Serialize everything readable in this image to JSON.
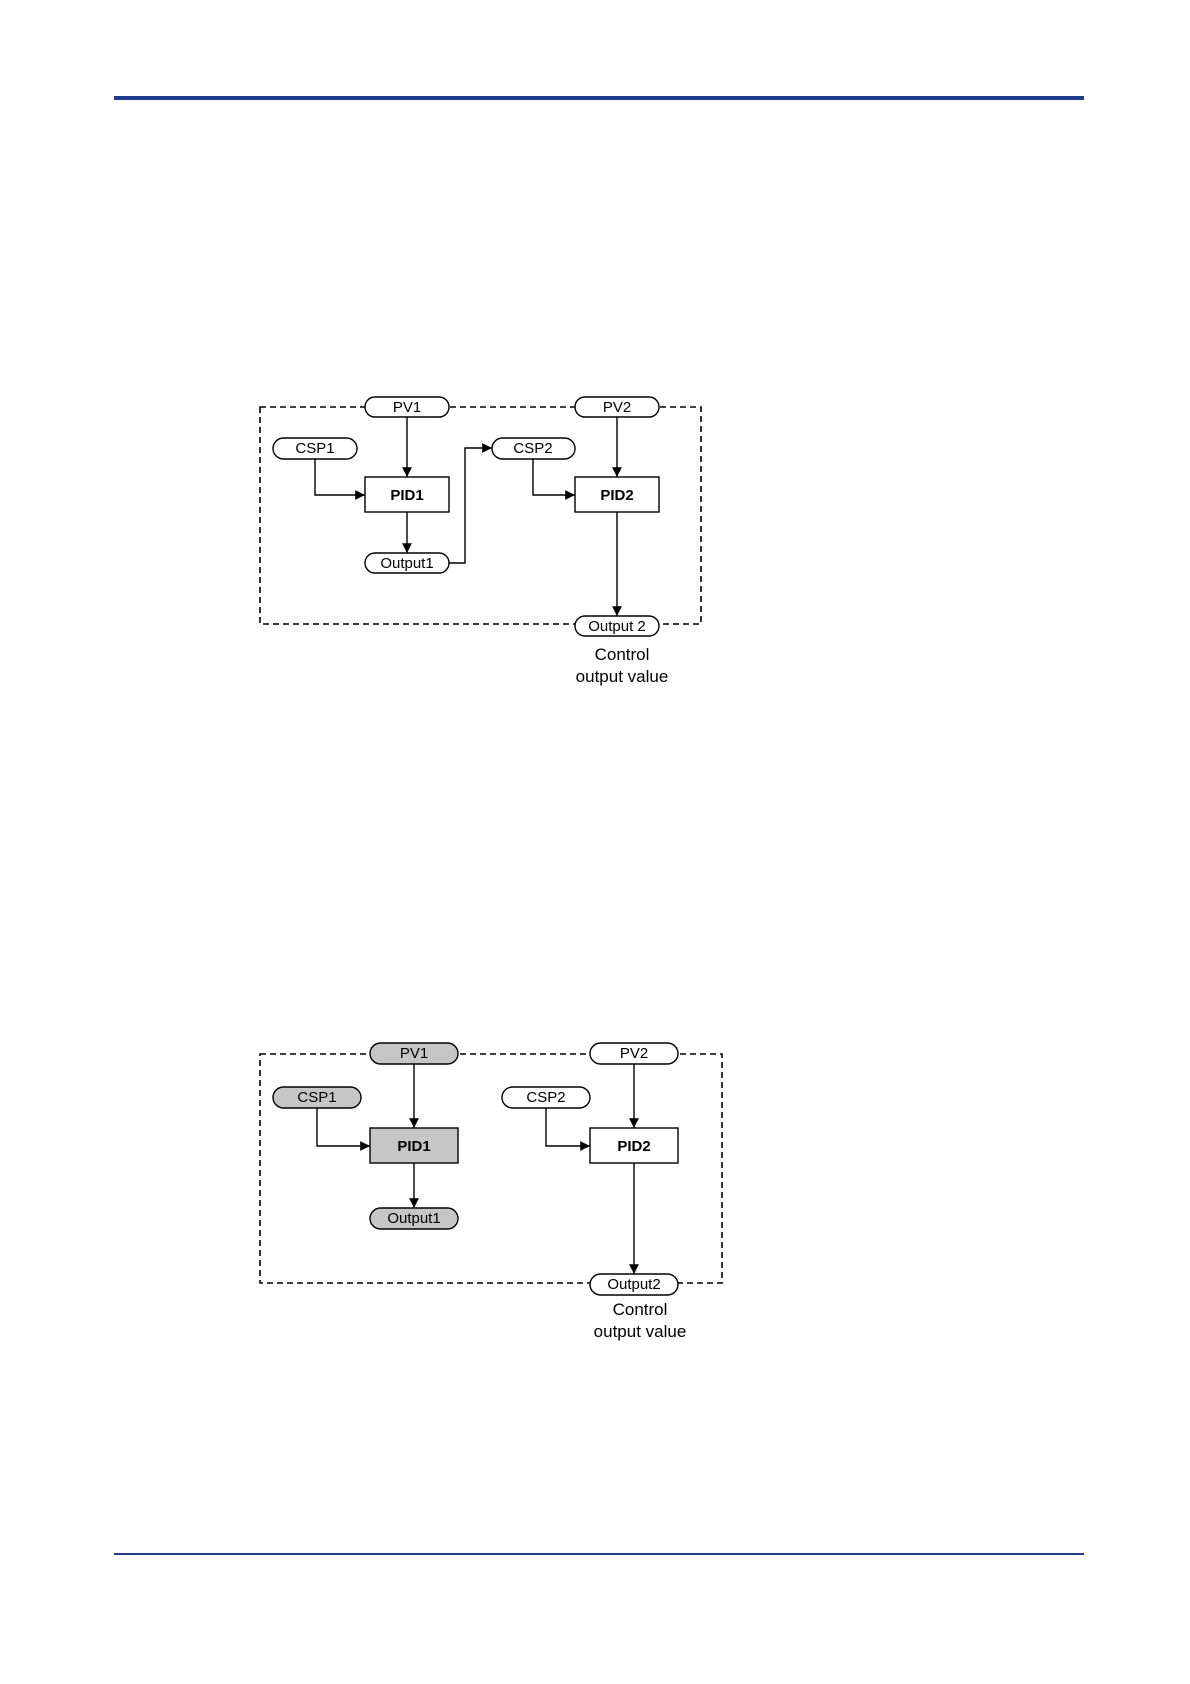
{
  "diagram1": {
    "pv1": "PV1",
    "pv2": "PV2",
    "csp1": "CSP1",
    "csp2": "CSP2",
    "pid1": "PID1",
    "pid2": "PID2",
    "output1": "Output1",
    "output2": "Output 2",
    "caption_line1": "Control",
    "caption_line2": "output value"
  },
  "diagram2": {
    "pv1": "PV1",
    "pv2": "PV2",
    "csp1": "CSP1",
    "csp2": "CSP2",
    "pid1": "PID1",
    "pid2": "PID2",
    "output1": "Output1",
    "output2": "Output2",
    "caption_line1": "Control",
    "caption_line2": "output value",
    "highlight_color": "#c6c6c6"
  },
  "colors": {
    "rule": "#1f3d8c"
  }
}
